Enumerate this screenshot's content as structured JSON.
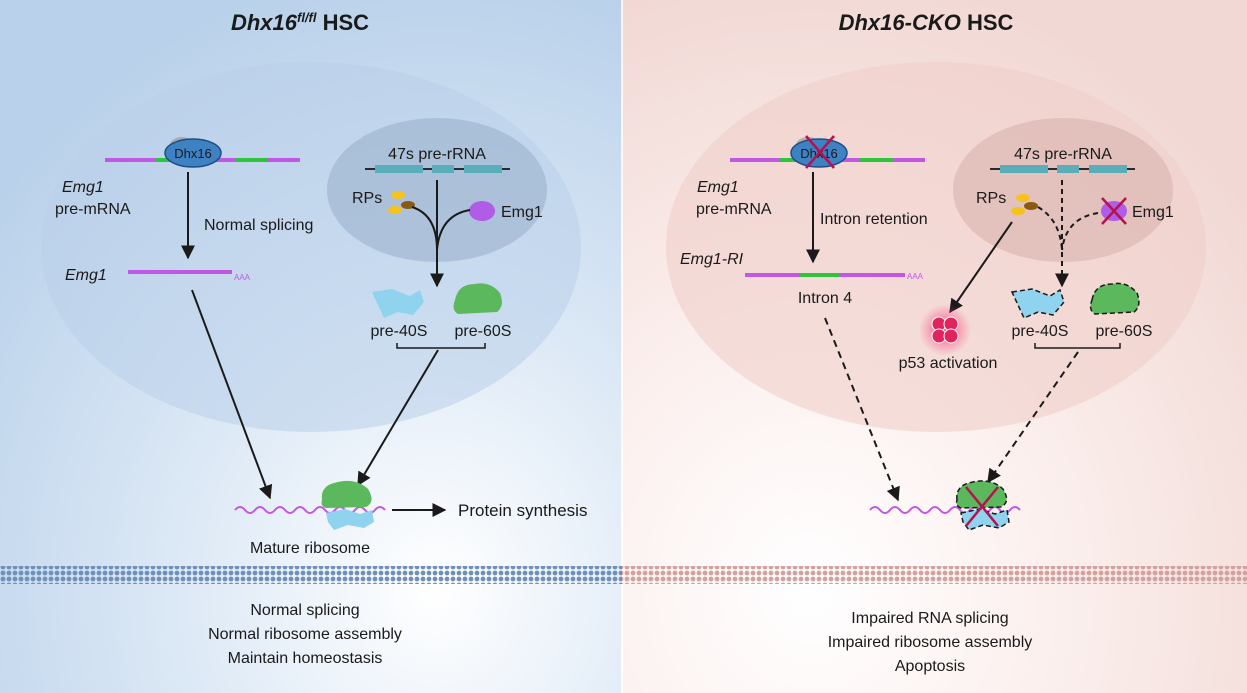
{
  "left_panel": {
    "title": {
      "gene": "Dhx16",
      "superscript": "fl/fl",
      "suffix": " HSC"
    },
    "protein_label": "Dhx16",
    "emg1_label": "Emg1",
    "pre_mrna_label": "pre-mRNA",
    "normal_splicing_label": "Normal splicing",
    "emg1_mrna_label": "Emg1",
    "polya_label": "AAA",
    "rrna_label": "47s pre-rRNA",
    "rps_label": "RPs",
    "emg1_protein_label": "Emg1",
    "pre40s_label": "pre-40S",
    "pre60s_label": "pre-60S",
    "protein_synthesis_label": "Protein synthesis",
    "mature_ribosome_label": "Mature ribosome",
    "summary": [
      "Normal splicing",
      "Normal ribosome assembly",
      "Maintain homeostasis"
    ]
  },
  "right_panel": {
    "title": {
      "gene": "Dhx16-CKO",
      "suffix": " HSC"
    },
    "protein_label": "Dhx16",
    "emg1_label": "Emg1",
    "pre_mrna_label": "pre-mRNA",
    "intron_retention_label": "Intron retention",
    "emg1_ri_label": "Emg1-RI",
    "polya_label": "AAA",
    "intron4_label": "Intron 4",
    "rrna_label": "47s pre-rRNA",
    "rps_label": "RPs",
    "emg1_protein_label": "Emg1",
    "p53_label": "p53 activation",
    "pre40s_label": "pre-40S",
    "pre60s_label": "pre-60S",
    "summary": [
      "Impaired RNA splicing",
      "Impaired ribosome assembly",
      "Apoptosis"
    ]
  },
  "colors": {
    "left_bg": "#c9dcef",
    "right_bg": "#f5e1de",
    "mrna_purple": "#c257e6",
    "exon_green": "#2ec43c",
    "rrna_teal": "#5aaeb9",
    "pre40s_blue": "#8fd3ef",
    "pre60s_green": "#5cb85c",
    "emg1_purple": "#b05ce6",
    "cross_red": "#b5134f",
    "membrane_left": "#7f9fc6",
    "membrane_right": "#d6a5a3"
  },
  "icons": [
    "cross-mark-icon",
    "ribosome-icon",
    "p53-cluster-icon"
  ]
}
